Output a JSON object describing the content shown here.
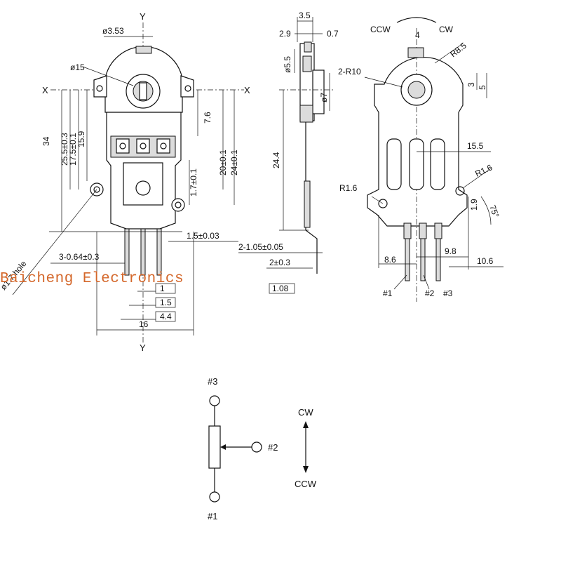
{
  "watermark": "Baicheng Electronics",
  "front_view": {
    "axis_y_top": "Y",
    "axis_y_bottom": "Y",
    "axis_x_left": "X",
    "axis_x_right": "X",
    "dims": {
      "d353": "ø3.53",
      "d15": "ø15",
      "d34": "34",
      "d255": "25.5±0.3",
      "d175": "17.5±0.1",
      "d159": "15.9",
      "d76": "7.6",
      "d17": "1.7±0.1",
      "d20": "20±0.1",
      "d24": "24±0.1",
      "d15b": "1.5±0.03",
      "hole": "ø1.7 hole",
      "d064": "3-0.64±0.3",
      "d1": "1",
      "d15c": "1.5",
      "d44": "4.4",
      "d16": "16"
    }
  },
  "side_view": {
    "dims": {
      "d35": "3.5",
      "d29": "2.9",
      "d07": "0.7",
      "d55": "ø5.5",
      "d7": "ø7",
      "d244": "24.4",
      "d105": "2-1.05±0.05",
      "d2": "2±0.3",
      "d108": "1.08"
    }
  },
  "back_view": {
    "ccw": "CCW",
    "cw": "CW",
    "dims": {
      "d4": "4",
      "r85": "R8.5",
      "r10": "2-R10",
      "d3": "3",
      "d5": "5",
      "d155": "15.5",
      "r16a": "R1.6",
      "r16b": "R1.6",
      "d19": "1.9",
      "a75": "75°",
      "d86": "8.6",
      "d98": "9.8",
      "d106": "10.6"
    },
    "pins": [
      "#1",
      "#2",
      "#3"
    ]
  },
  "schematic": {
    "pin3": "#3",
    "pin2": "#2",
    "pin1": "#1",
    "cw": "CW",
    "ccw": "CCW"
  }
}
